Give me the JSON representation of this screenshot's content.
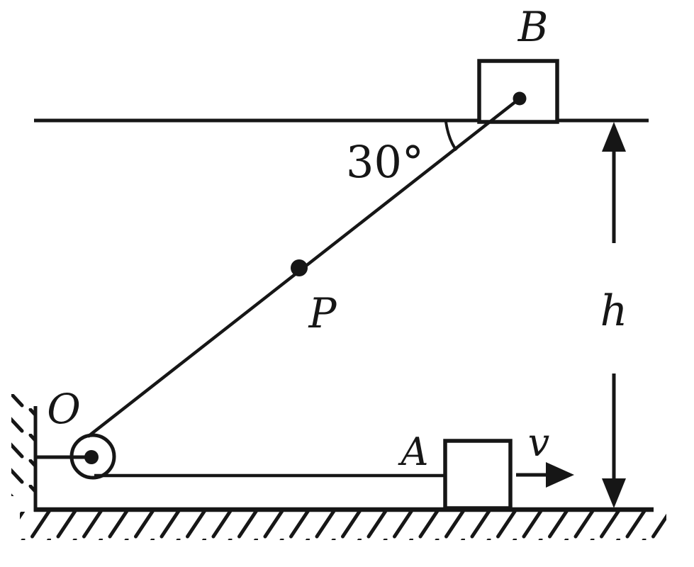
{
  "figure": {
    "type": "physics-pulley-rope-diagram",
    "ink_color": "#161616",
    "background_color": "#ffffff",
    "labels": {
      "upper_block": "B",
      "angle": "30°",
      "rope_point": "P",
      "pulley": "O",
      "lower_block": "A",
      "velocity": "v",
      "height": "h"
    }
  }
}
